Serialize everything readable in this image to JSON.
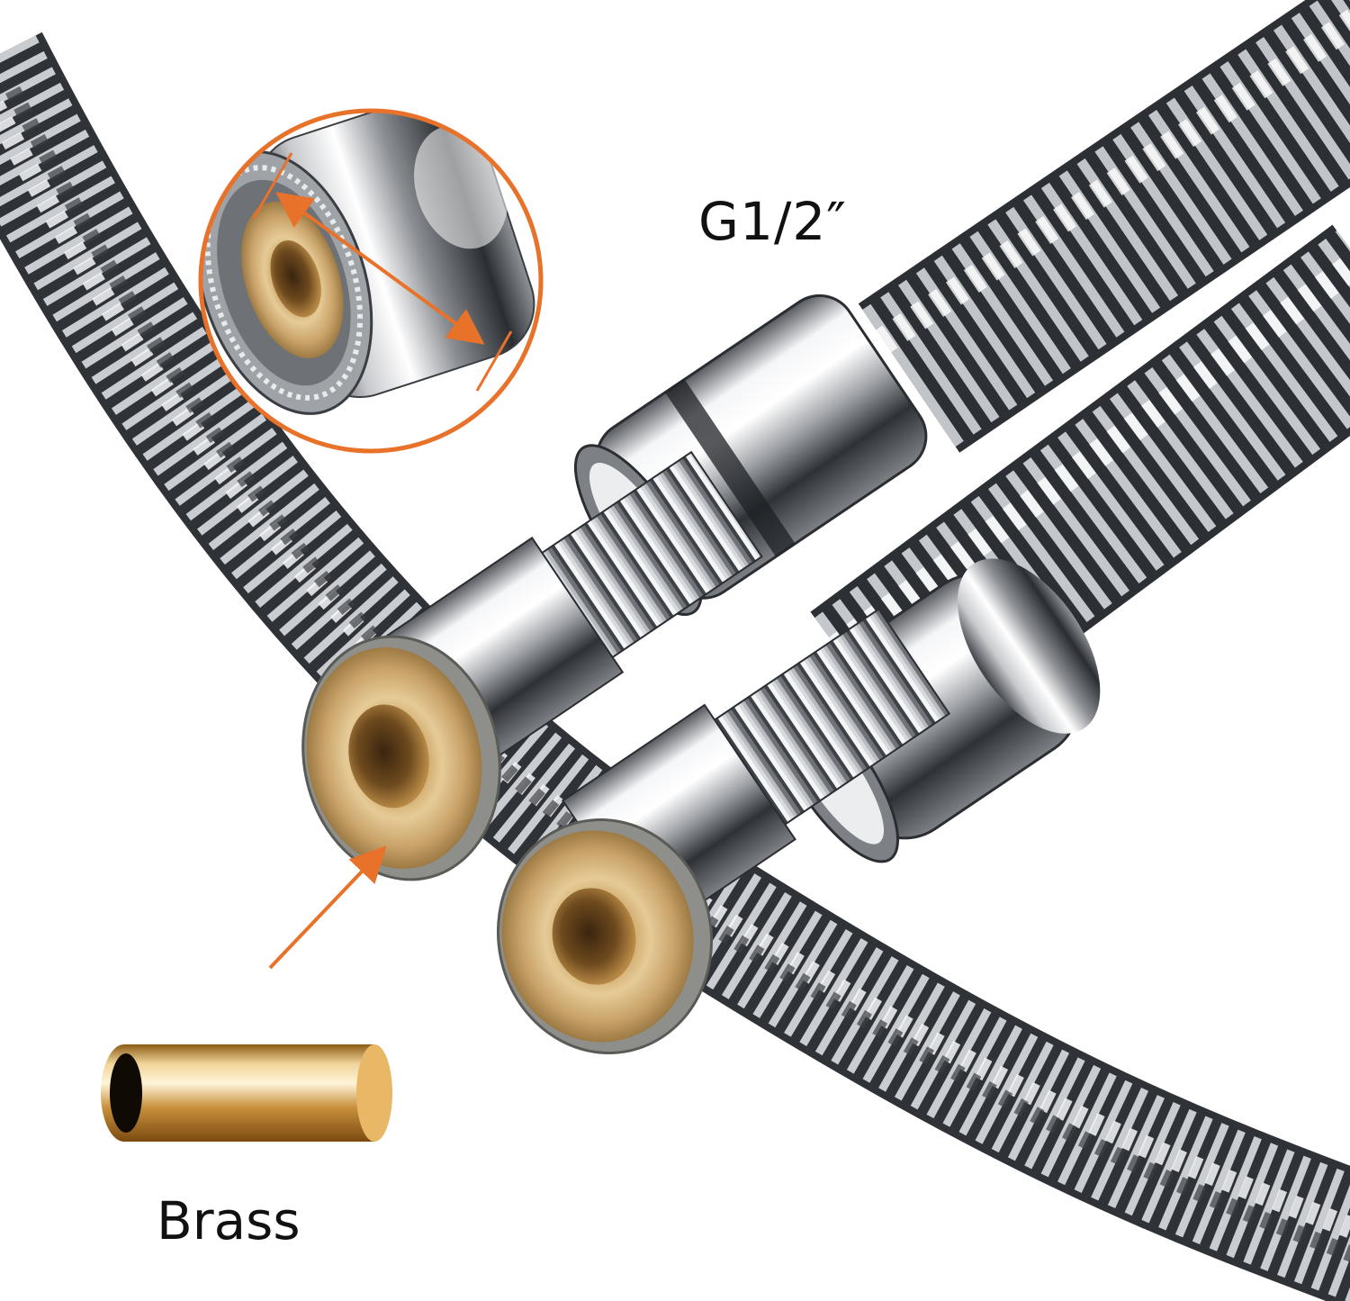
{
  "labels": {
    "thread_size": "G1/2″",
    "material": "Brass"
  },
  "colors": {
    "accent": "#E8722A",
    "chrome_light": "#F2F3F5",
    "chrome_mid": "#A9ACB1",
    "chrome_dark": "#3A3D42",
    "brass_light": "#E3C58E",
    "brass_dark": "#8A6630",
    "background": "#FFFFFF"
  },
  "icons": {
    "callout": "magnifier-callout-circle",
    "pointer": "arrow-pointer",
    "measure": "double-arrow-measure",
    "tube": "brass-tube-icon"
  }
}
